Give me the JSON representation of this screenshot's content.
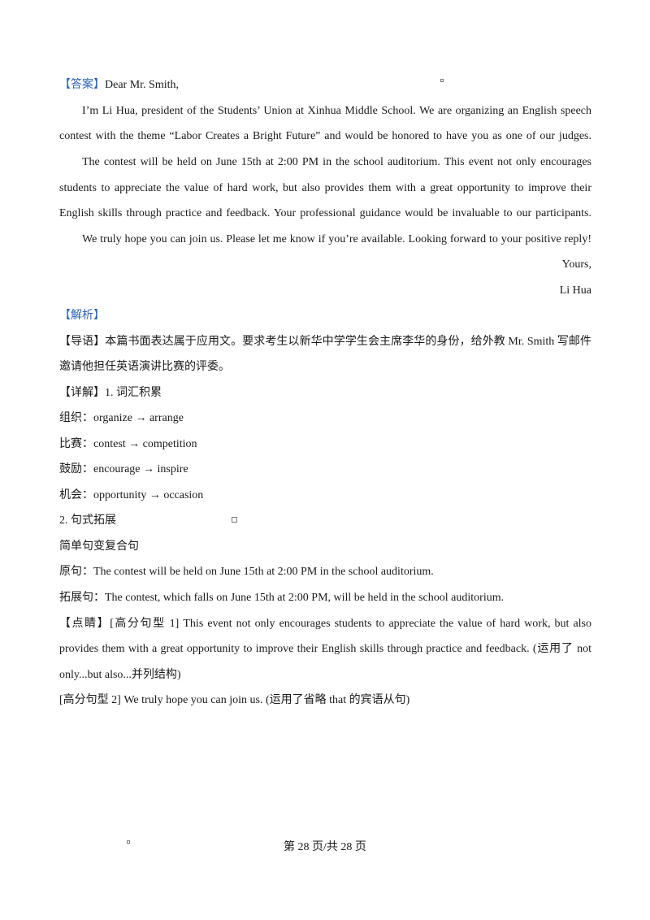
{
  "answer": {
    "tag": "【答案】",
    "salutation": "Dear Mr. Smith,",
    "p1_line1": "I’m Li Hua, president of the Students’ Union at Xinhua Middle School. We are organizing an English speech",
    "p1_line2": "contest with the theme “Labor Creates a Bright Future” and would be honored to have you as one of our judges.",
    "p2_line1": "The contest will be held on June 15th at 2:00 PM in the school auditorium. This event not only encourages",
    "p2_line2": "students to appreciate the value of hard work, but also provides them with a great opportunity to improve their",
    "p2_line3": "English skills through practice and feedback. Your professional guidance would be invaluable to our participants.",
    "p3_line1": "We truly hope you can join us. Please let me know if you’re available. Looking forward to your positive reply!",
    "closing": "Yours,",
    "signature": "Li Hua"
  },
  "analysis": {
    "tag": "【解析】",
    "guide_tag": "【导语】",
    "guide_line1": "本篇书面表达属于应用文。要求考生以新华中学学生会主席李华的身份，给外教 Mr. Smith 写邮件",
    "guide_line2": "邀请他担任英语演讲比赛的评委。",
    "detail_tag": "【详解】",
    "section1_title": "1. 词汇积累",
    "vocab": [
      "组织：organize → arrange",
      "比赛：contest → competition",
      "鼓励：encourage → inspire",
      "机会：opportunity → occasion"
    ],
    "section2_title": "2. 句式拓展",
    "section2_sub": "简单句变复合句",
    "original": "原句：The contest will be held on June 15th at 2:00 PM in the school auditorium.",
    "expanded": "拓展句：The contest, which falls on June 15th at 2:00 PM, will be held in the school auditorium.",
    "highlight_tag": "【点睛】",
    "highlight_line1": "[高分句型 1] This event not only encourages students to appreciate the value of hard work, but also",
    "highlight_line2": "provides them with a great opportunity to improve their English skills through practice and feedback. (运用了 not",
    "highlight_line3": "only...but also...并列结构)",
    "highlight_line4": "[高分句型 2] We truly hope you can join us. (运用了省略 that 的宾语从句)"
  },
  "footer": {
    "text": "第 28 页/共 28 页"
  }
}
